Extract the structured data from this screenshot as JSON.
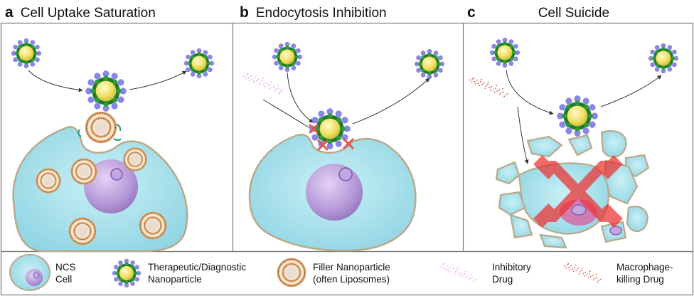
{
  "panels": [
    {
      "letter": "a",
      "title": "Cell Uptake Saturation"
    },
    {
      "letter": "b",
      "title": "Endocytosis Inhibition"
    },
    {
      "letter": "c",
      "title": "Cell Suicide"
    }
  ],
  "legend": {
    "ncs_cell": [
      "NCS",
      "Cell"
    ],
    "nanoparticle": [
      "Therapeutic/Diagnostic",
      "Nanoparticle"
    ],
    "filler": [
      "Filler Nanoparticle",
      "(often Liposomes)"
    ],
    "inhibitory": [
      "Inhibitory",
      "Drug"
    ],
    "macrophage": [
      "Macrophage-",
      "killing Drug"
    ]
  },
  "colors": {
    "cell_fill": "#aee3ec",
    "cell_stroke": "#b9a98a",
    "nucleus": "#b89bd6",
    "np_core": "#f2e56a",
    "np_shell": "#1e7a2a",
    "np_dots": "#8a86e8",
    "liposome": "#d9a06a",
    "inhibitory_drug": "#e9a6e9",
    "killing_drug": "#d9574c",
    "cross": "#ee3030",
    "border": "#777777"
  }
}
